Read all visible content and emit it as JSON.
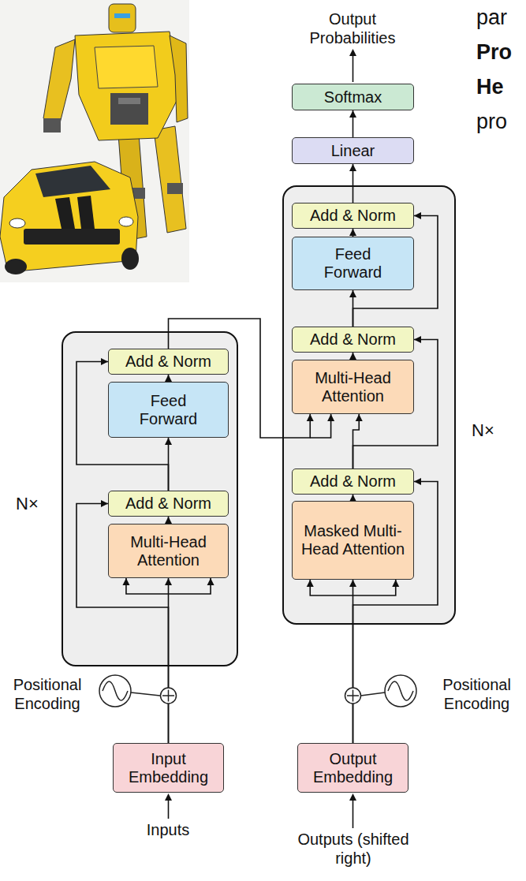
{
  "diagram": {
    "nodes": [
      {
        "text": [
          "Softmax"
        ]
      },
      {
        "text": [
          "Linear"
        ]
      },
      {
        "text": [
          "N×"
        ]
      },
      {
        "text": [
          "Add & Norm"
        ],
        "in": 2
      },
      {
        "text": [
          "Feed Forward"
        ],
        "in": 2
      },
      {
        "text": [
          "Add & Norm"
        ],
        "in": 2
      },
      {
        "text": [
          "Multi-Head Attention"
        ],
        "in": 2
      },
      {
        "text": [
          "Add & Norm"
        ],
        "in": 2
      },
      {
        "text": [
          "Masked Multi-Head Attention"
        ],
        "in": 2
      },
      {
        "text": [
          "N×"
        ]
      },
      {
        "text": [
          "Add & Norm"
        ],
        "in": 9
      },
      {
        "text": [
          "Feed Forward"
        ],
        "in": 9
      },
      {
        "text": [
          "Add & Norm"
        ],
        "in": 9
      },
      {
        "text": [
          "Multi-Head Attention"
        ],
        "in": 9
      },
      {
        "text": [
          "Input Embedding"
        ]
      },
      {
        "text": [
          "Output Embedding"
        ]
      }
    ],
    "edges": [
      {
        "from": 1,
        "to": 0,
        "arrow": "to"
      },
      {
        "from": 3,
        "to": 1,
        "arrow": "to"
      },
      {
        "from": 4,
        "to": 3,
        "arrow": "to"
      },
      {
        "from": 5,
        "to": 4,
        "arrow": "to"
      },
      {
        "from": 5,
        "to": 3,
        "arrow": "to"
      },
      {
        "from": 6,
        "to": 5,
        "arrow": "to"
      },
      {
        "from": 7,
        "to": 6,
        "arrow": "to"
      },
      {
        "from": 7,
        "to": 5,
        "arrow": "to"
      },
      {
        "from": 8,
        "to": 7,
        "arrow": "to"
      },
      {
        "from": 15,
        "to": 8,
        "arrow": "to"
      },
      {
        "from": 15,
        "to": 7,
        "arrow": "to"
      },
      {
        "from": 10,
        "to": 6,
        "arrow": "to"
      },
      {
        "from": 11,
        "to": 10,
        "arrow": "to"
      },
      {
        "from": 12,
        "to": 11,
        "arrow": "to"
      },
      {
        "from": 12,
        "to": 10,
        "arrow": "to"
      },
      {
        "from": 13,
        "to": 12,
        "arrow": "to"
      },
      {
        "from": 14,
        "to": 13,
        "arrow": "to"
      },
      {
        "from": 14,
        "to": 12,
        "arrow": "to"
      }
    ],
    "labels": [
      "par",
      "Pro",
      "He",
      "pro",
      "Output Probabilities",
      "Positional Encoding",
      "Positional Encoding",
      "Inputs",
      "Outputs (shifted right)"
    ]
  }
}
